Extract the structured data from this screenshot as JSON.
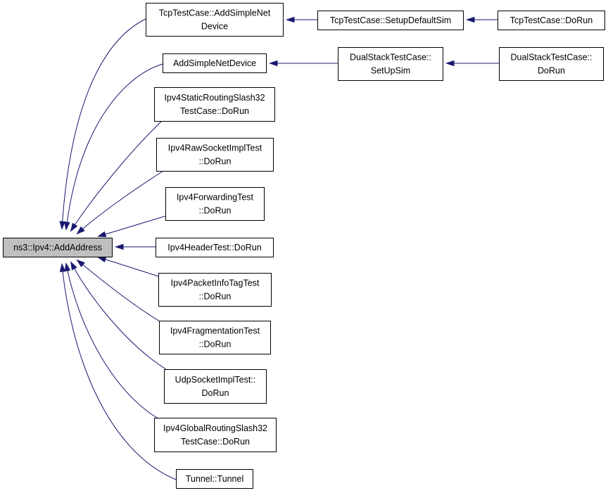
{
  "diagram": {
    "colors": {
      "edge": "#191970",
      "node_fill": "#ffffff",
      "focus_fill": "#bfbfbf",
      "border": "#000000"
    },
    "nodes": [
      {
        "id": "add-address",
        "lines": [
          "ns3::Ipv4::AddAddress"
        ],
        "focus": true
      },
      {
        "id": "tcp-add-simple-net-device",
        "lines": [
          "TcpTestCase::AddSimpleNet",
          "Device"
        ]
      },
      {
        "id": "tcp-setup-default-sim",
        "lines": [
          "TcpTestCase::SetupDefaultSim"
        ]
      },
      {
        "id": "tcp-do-run",
        "lines": [
          "TcpTestCase::DoRun"
        ]
      },
      {
        "id": "add-simple-net-device",
        "lines": [
          "AddSimpleNetDevice"
        ]
      },
      {
        "id": "dual-stack-setup-sim",
        "lines": [
          "DualStackTestCase::",
          "SetUpSim"
        ]
      },
      {
        "id": "dual-stack-do-run",
        "lines": [
          "DualStackTestCase::",
          "DoRun"
        ]
      },
      {
        "id": "ipv4-static-routing",
        "lines": [
          "Ipv4StaticRoutingSlash32",
          "TestCase::DoRun"
        ]
      },
      {
        "id": "ipv4-raw-socket",
        "lines": [
          "Ipv4RawSocketImplTest",
          "::DoRun"
        ]
      },
      {
        "id": "ipv4-forwarding",
        "lines": [
          "Ipv4ForwardingTest",
          "::DoRun"
        ]
      },
      {
        "id": "ipv4-header",
        "lines": [
          "Ipv4HeaderTest::DoRun"
        ]
      },
      {
        "id": "ipv4-packet-info-tag",
        "lines": [
          "Ipv4PacketInfoTagTest",
          "::DoRun"
        ]
      },
      {
        "id": "ipv4-fragmentation",
        "lines": [
          "Ipv4FragmentationTest",
          "::DoRun"
        ]
      },
      {
        "id": "udp-socket-impl",
        "lines": [
          "UdpSocketImplTest::",
          "DoRun"
        ]
      },
      {
        "id": "ipv4-global-routing",
        "lines": [
          "Ipv4GlobalRoutingSlash32",
          "TestCase::DoRun"
        ]
      },
      {
        "id": "tunnel",
        "lines": [
          "Tunnel::Tunnel"
        ]
      }
    ],
    "edges": [
      {
        "from": "tcp-add-simple-net-device",
        "to": "add-address"
      },
      {
        "from": "add-simple-net-device",
        "to": "add-address"
      },
      {
        "from": "ipv4-static-routing",
        "to": "add-address"
      },
      {
        "from": "ipv4-raw-socket",
        "to": "add-address"
      },
      {
        "from": "ipv4-forwarding",
        "to": "add-address"
      },
      {
        "from": "ipv4-header",
        "to": "add-address"
      },
      {
        "from": "ipv4-packet-info-tag",
        "to": "add-address"
      },
      {
        "from": "ipv4-fragmentation",
        "to": "add-address"
      },
      {
        "from": "udp-socket-impl",
        "to": "add-address"
      },
      {
        "from": "ipv4-global-routing",
        "to": "add-address"
      },
      {
        "from": "tunnel",
        "to": "add-address"
      },
      {
        "from": "tcp-setup-default-sim",
        "to": "tcp-add-simple-net-device"
      },
      {
        "from": "tcp-do-run",
        "to": "tcp-setup-default-sim"
      },
      {
        "from": "dual-stack-setup-sim",
        "to": "add-simple-net-device"
      },
      {
        "from": "dual-stack-do-run",
        "to": "dual-stack-setup-sim"
      }
    ]
  }
}
